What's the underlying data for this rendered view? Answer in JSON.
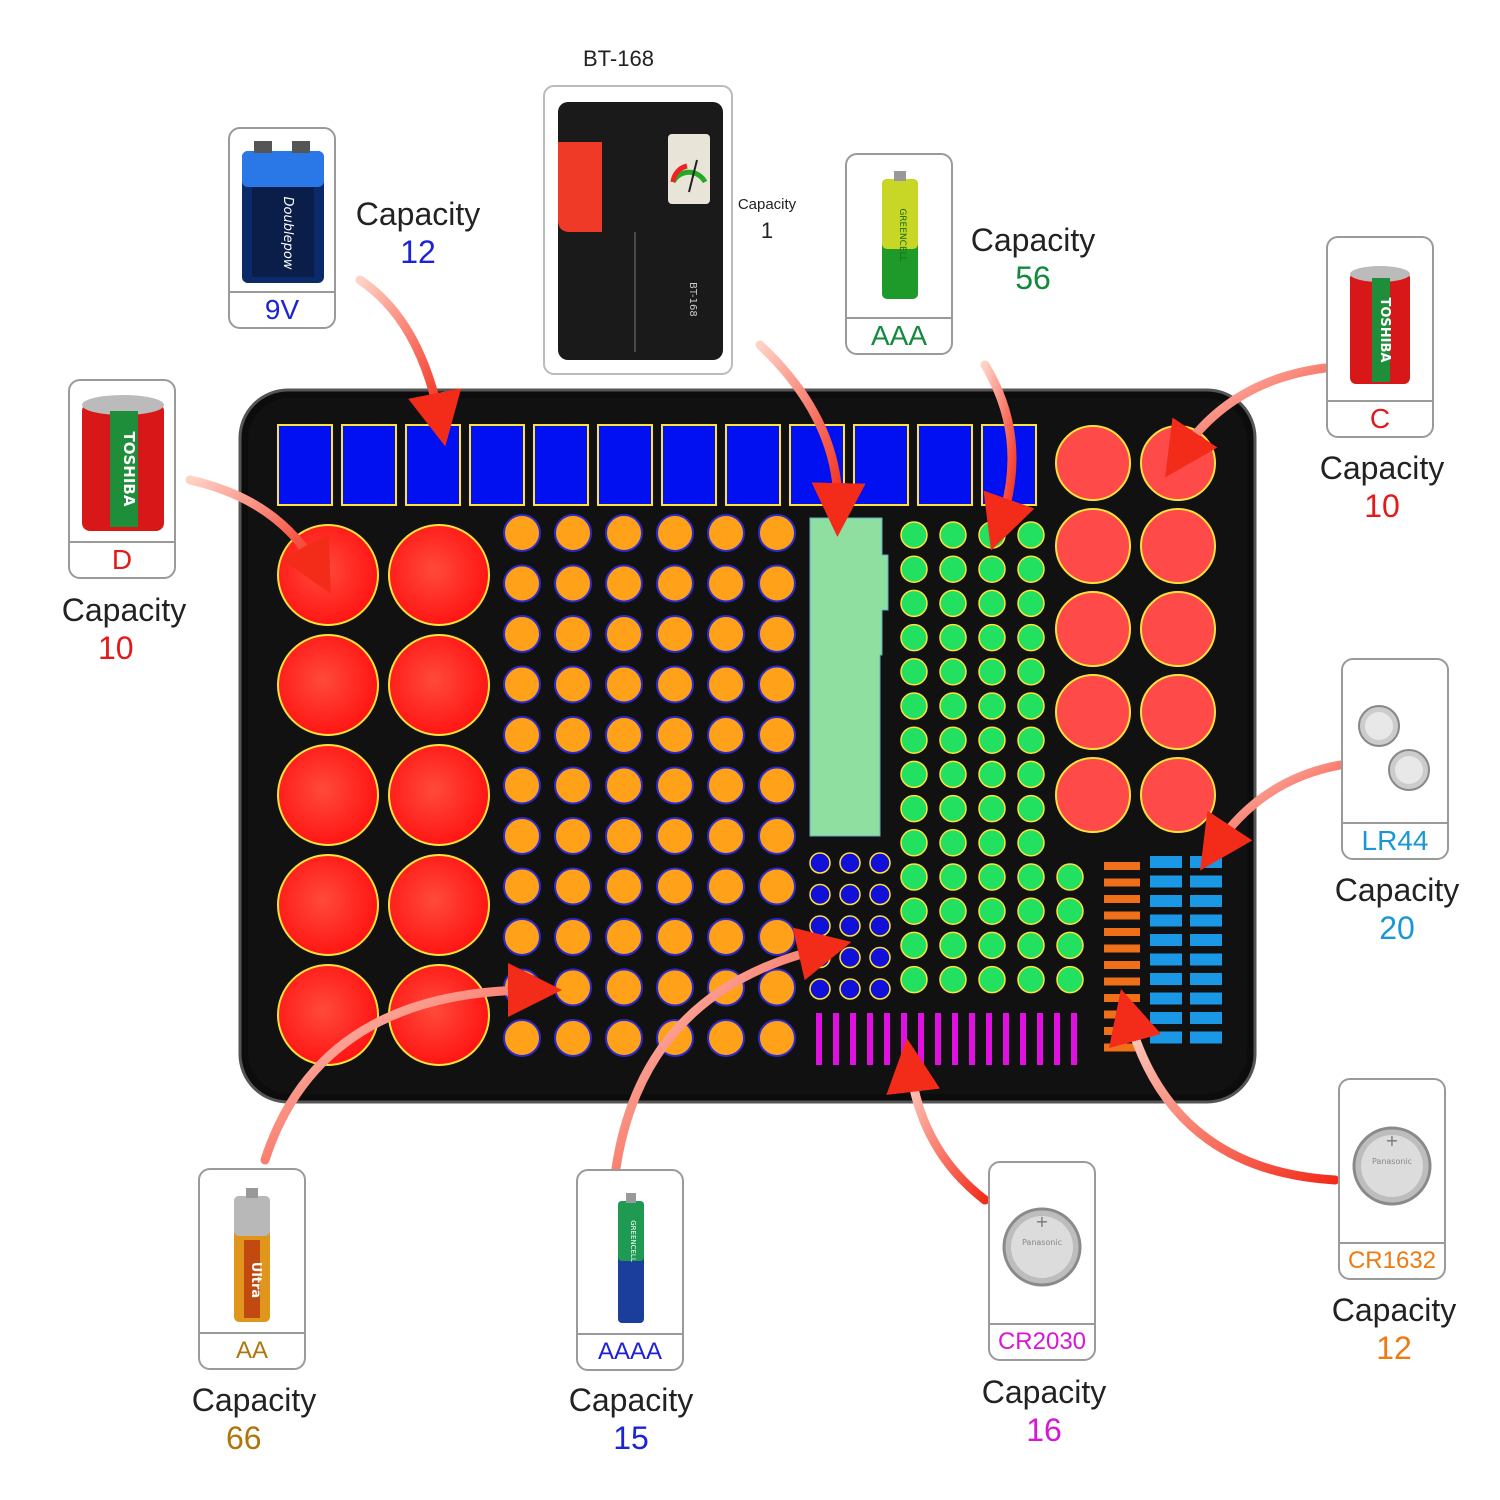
{
  "tester": {
    "title": "BT-168",
    "body_text": "BT-168",
    "caption": "Capacity",
    "count": "1"
  },
  "batteries": [
    {
      "key": "9v",
      "label": "9V",
      "caption": "Capacity",
      "count": "12",
      "color": "#1c22d6"
    },
    {
      "key": "aaa",
      "label": "AAA",
      "caption": "Capacity",
      "count": "56",
      "color": "#128a3c"
    },
    {
      "key": "c",
      "label": "C",
      "caption": "Capacity",
      "count": "10",
      "color": "#e41a1a"
    },
    {
      "key": "d",
      "label": "D",
      "caption": "Capacity",
      "count": "10",
      "color": "#e41a1a"
    },
    {
      "key": "lr44",
      "label": "LR44",
      "caption": "Capacity",
      "count": "20",
      "color": "#1a98d6"
    },
    {
      "key": "cr1632",
      "label": "CR1632",
      "caption": "Capacity",
      "count": "12",
      "color": "#ee7a10"
    },
    {
      "key": "cr2030",
      "label": "CR2030",
      "caption": "Capacity",
      "count": "16",
      "color": "#d816d8"
    },
    {
      "key": "aaaa",
      "label": "AAAA",
      "caption": "Capacity",
      "count": "15",
      "color": "#1c22d6"
    },
    {
      "key": "aa",
      "label": "AA",
      "caption": "Capacity",
      "count": "66",
      "color": "#b0760c"
    }
  ],
  "brands": {
    "toshiba": "TOSHIBA",
    "doublepow": "Doublepow",
    "ultra": "Ultra",
    "panasonic": "Panasonic",
    "greencell": "GREENCELL"
  }
}
